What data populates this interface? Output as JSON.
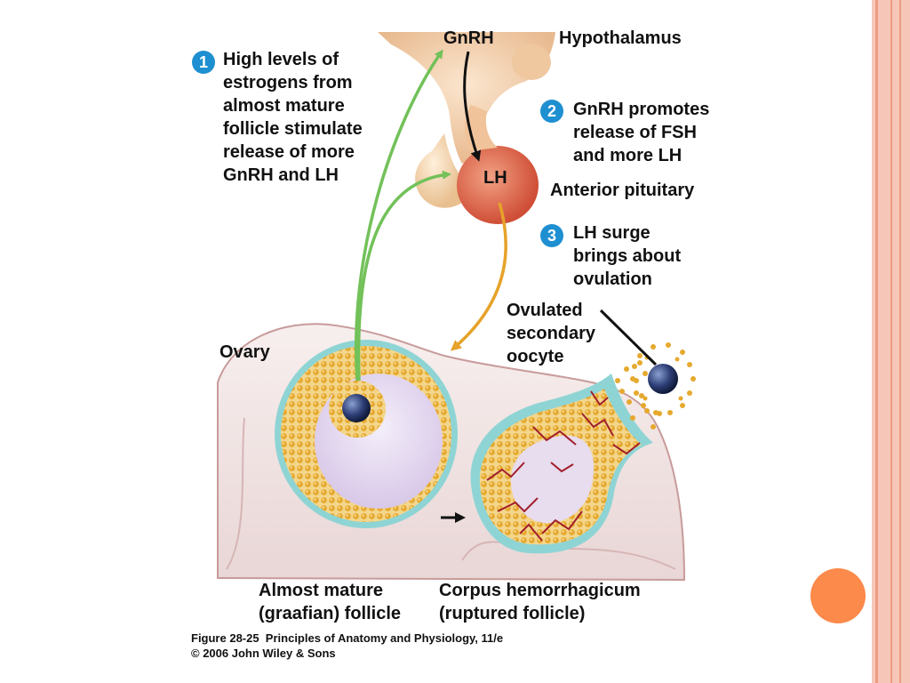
{
  "colors": {
    "border_pink": "#f6c7b8",
    "border_stripe": "#ed9b82",
    "orange_dot": "#fb8a4b",
    "badge_blue": "#1e8fd0",
    "arrow_green": "#72c159",
    "arrow_orange": "#e6a22a",
    "pituitary_red": "#e46a50",
    "follicle_teal": "#7ccfd1",
    "granulosa_gold": "#e9b23c"
  },
  "labels": {
    "gnrh": "GnRH",
    "hypothalamus": "Hypothalamus",
    "lh": "LH",
    "anterior_pituitary": "Anterior pituitary",
    "ovary": "Ovary",
    "ovulated_oocyte": "Ovulated\nsecondary\noocyte",
    "almost_mature_follicle": "Almost mature\n(graafian) follicle",
    "corpus_hemorrhagicum": "Corpus hemorrhagicum\n(ruptured follicle)"
  },
  "steps": [
    {
      "number": "1",
      "text": "High levels of\nestrogens from\nalmost mature\nfollicle stimulate\nrelease of more\nGnRH and LH"
    },
    {
      "number": "2",
      "text": "GnRH promotes\nrelease of FSH\nand more LH"
    },
    {
      "number": "3",
      "text": "LH surge\nbrings about\novulation"
    }
  ],
  "caption": {
    "line1": "Figure 28-25  Principles of Anatomy and Physiology, 11/e",
    "line2": "© 2006 John Wiley & Sons"
  },
  "icons": [
    "slide-border-decoration",
    "orange-circle-decoration"
  ]
}
